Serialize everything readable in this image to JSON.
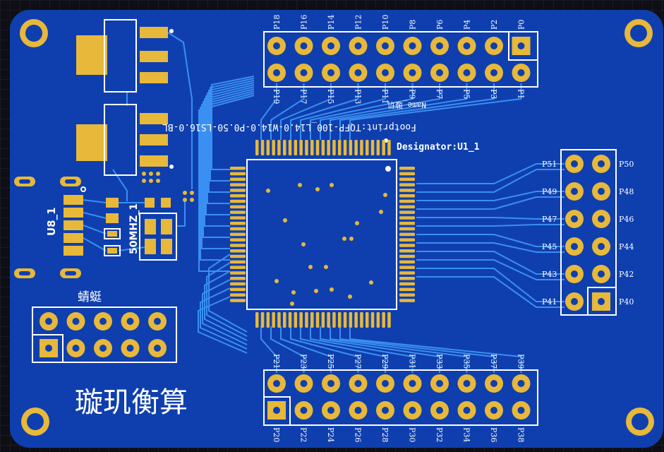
{
  "colors": {
    "background": "#0e0e14",
    "grid": "#262638",
    "board": "#0f3fae",
    "trace": "#3a8ff2",
    "copper": "#e7b83a",
    "silk": "#ffffff",
    "hole": "#0f3fae"
  },
  "board_title": "璇玑衡算",
  "dragonfly_label": "蜻蜓",
  "u8_label": "U8_1",
  "crystal_label": "50MHZ_1",
  "footprint_label": "Footprint:TQFP-100_L14.0-W14.0-P0.50-LS16.0-BL",
  "designator_label": "Designator:U1_1",
  "name_label": "Name_璇玑",
  "top_header": {
    "top_labels": [
      "P18",
      "P16",
      "P14",
      "P12",
      "P10",
      "P8",
      "P6",
      "P4",
      "P2",
      "P0"
    ],
    "bottom_labels": [
      "P19",
      "P17",
      "P15",
      "P13",
      "P11",
      "P9",
      "P7",
      "P5",
      "P3",
      "P1"
    ]
  },
  "bottom_header": {
    "top_labels": [
      "P21",
      "P23",
      "P25",
      "P27",
      "P29",
      "P31",
      "P33",
      "P35",
      "P37",
      "P39"
    ],
    "bottom_labels": [
      "P20",
      "P22",
      "P24",
      "P26",
      "P28",
      "P30",
      "P32",
      "P34",
      "P36",
      "P38"
    ]
  },
  "right_header": {
    "left_labels": [
      "P51",
      "P49",
      "P47",
      "P45",
      "P43",
      "P41"
    ],
    "right_labels": [
      "P50",
      "P48",
      "P46",
      "P44",
      "P42",
      "P40"
    ]
  }
}
